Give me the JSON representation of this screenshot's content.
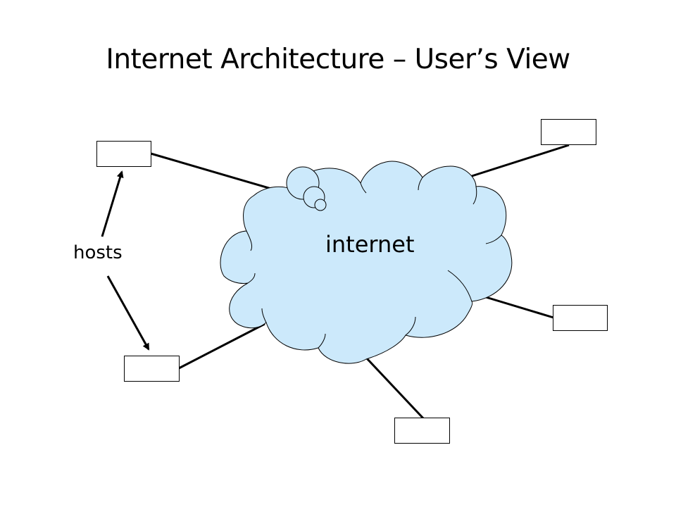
{
  "title": "Internet Architecture – User’s View",
  "cloud": {
    "label": "internet",
    "fill_color": "#cce9fb",
    "outline_color": "#000000"
  },
  "hosts_label": "hosts",
  "hosts": [
    {
      "id": "host-top-left"
    },
    {
      "id": "host-top-right"
    },
    {
      "id": "host-right"
    },
    {
      "id": "host-bottom-left"
    },
    {
      "id": "host-bottom"
    }
  ]
}
